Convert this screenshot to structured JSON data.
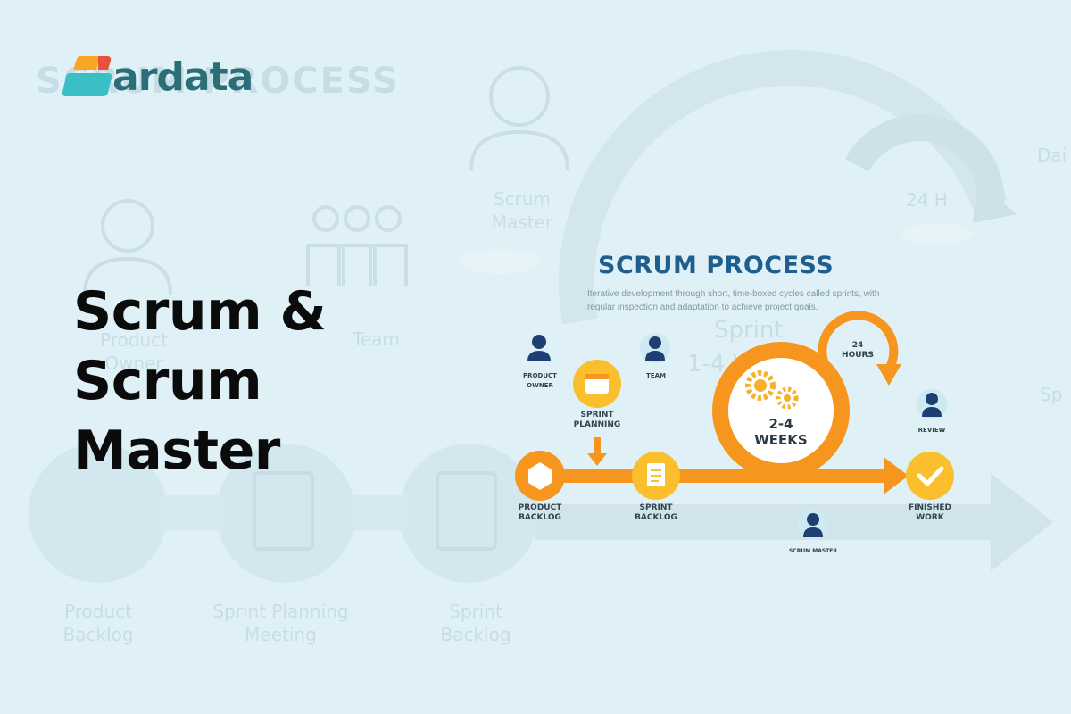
{
  "brand": {
    "name": "ardata",
    "colors": {
      "orange": "#f6a623",
      "red": "#e8523b",
      "teal": "#3bbfc4",
      "text": "#2a6f78"
    }
  },
  "headline": {
    "line1": "Scrum &",
    "line2": "Scrum",
    "line3": "Master"
  },
  "background": {
    "title": "SCRUM PROCESS",
    "labels": {
      "scrum_master": "Scrum Master",
      "product_owner": "Product Owner",
      "team": "Team",
      "product_backlog": "Product Backlog",
      "sprint_planning": "Sprint Planning Meeting",
      "sprint_backlog": "Sprint Backlog",
      "hours": "24 H",
      "sprint": "Sprint",
      "weeks": "1-4 Weeks",
      "daily": "Dai",
      "sp": "Sp"
    }
  },
  "diagram": {
    "title": "SCRUM PROCESS",
    "subtitle": "Iterative development through short, time-boxed cycles called sprints, with regular inspection and adaptation to achieve project goals.",
    "labels": {
      "product_owner": "PRODUCT OWNER",
      "team": "TEAM",
      "sprint_planning": "SPRINT PLANNING",
      "product_backlog": "PRODUCT BACKLOG",
      "sprint_backlog": "SPRINT BACKLOG",
      "hours": "24 HOURS",
      "weeks": "2-4 WEEKS",
      "review": "REVIEW",
      "finished_work": "FINISHED WORK",
      "scrum_master": "SCRUM MASTER"
    },
    "colors": {
      "orange": "#f6961e",
      "yellow": "#fbbf2e",
      "navy": "#1e3f73",
      "cyan": "#cde9f2"
    }
  }
}
